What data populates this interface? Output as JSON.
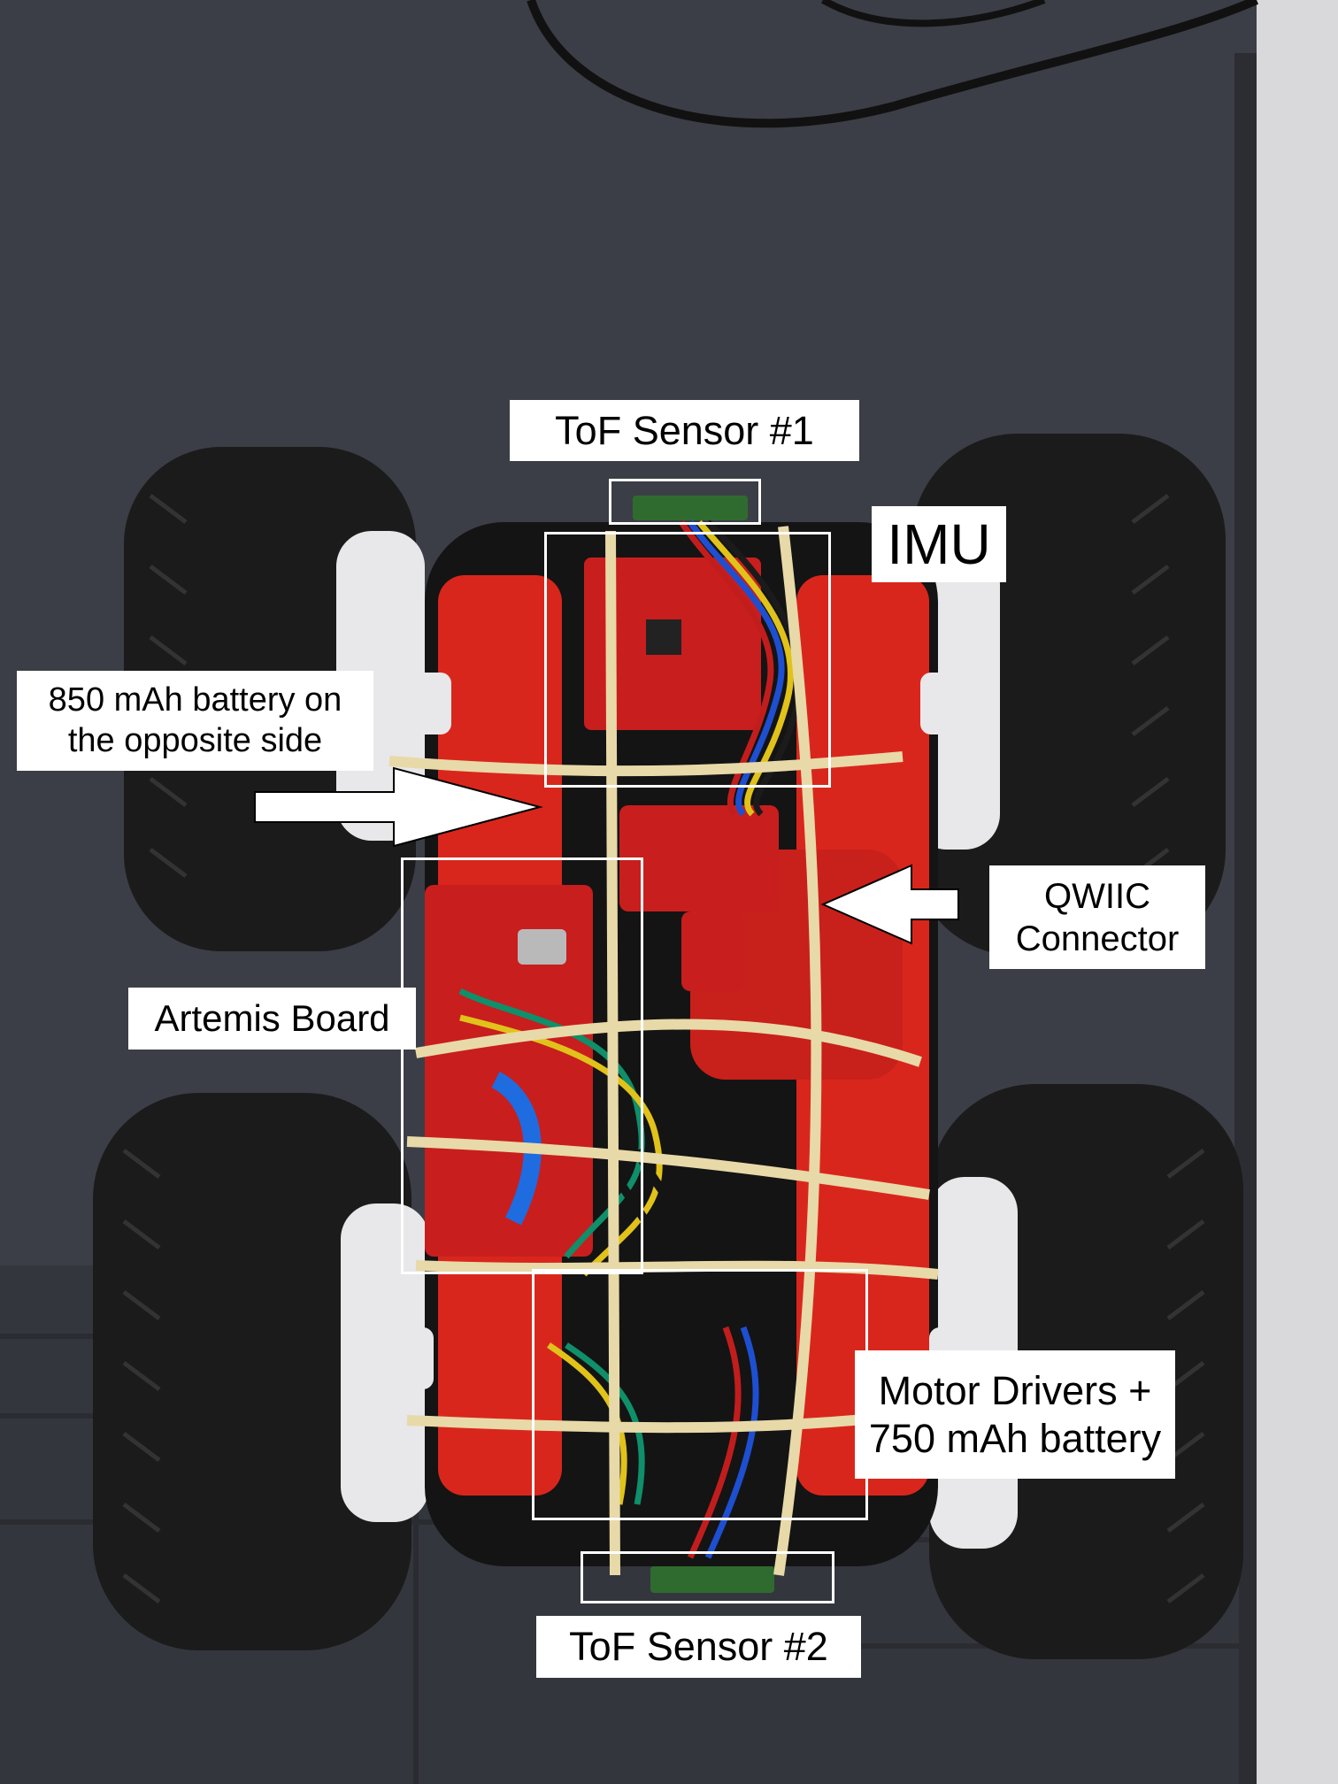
{
  "labels": {
    "tof1": "ToF Sensor #1",
    "imu": "IMU",
    "battery850_line1": "850 mAh battery on",
    "battery850_line2": "the opposite side",
    "qwiic_line1": "QWIIC",
    "qwiic_line2": "Connector",
    "artemis": "Artemis Board",
    "motor_line1": "Motor Drivers +",
    "motor_line2": "750 mAh battery",
    "tof2": "ToF Sensor #2"
  },
  "colors": {
    "mat": "#3a3d44",
    "chassis": "#d9261c",
    "board": "#c81e1e",
    "tire": "#1b1b1b",
    "hub": "#e8e8ea",
    "rubber_band": "#e8d9a8",
    "highlight": "#ffffff"
  }
}
